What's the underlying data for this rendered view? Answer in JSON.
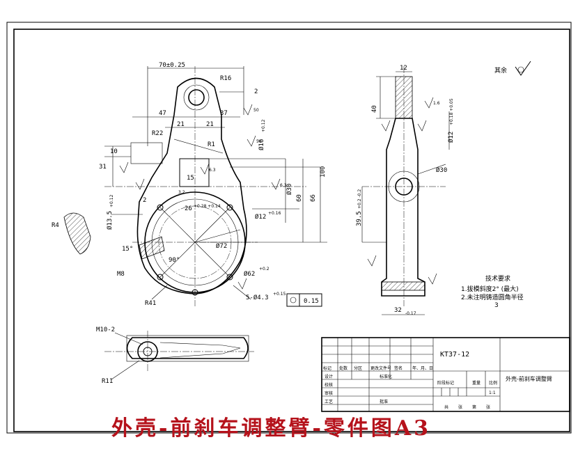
{
  "drawing": {
    "caption": "外壳-前刹车调整臂-零件图A3",
    "roughness_note": "其余",
    "tech_req": {
      "title": "技术要求",
      "items": [
        "1.拔模斜度2° (最大)",
        "2.未注明铸造圆角半径",
        "3"
      ]
    },
    "dims": {
      "d70": "70±0.25",
      "r16": "R16",
      "d2a": "2",
      "d47": "47",
      "d37": "37",
      "d21a": "21",
      "d21b": "21",
      "r22": "R22",
      "r1": "R1",
      "d10": "10",
      "d31": "31",
      "d15": "15",
      "d26": "26",
      "d26tol": "+0.28 +0.14",
      "d2b": "2",
      "phi13": "Ø13.5",
      "phi13tol": "+0.12",
      "r4": "R4",
      "a15": "15°",
      "m8": "M8",
      "a90": "90°",
      "r41": "R41",
      "phi72": "Ø72",
      "phi62": "Ø62",
      "phi62tol": "+0.2",
      "holes": "5-Ø4.3",
      "holestol": "+0.15",
      "tol_box": "0.15",
      "phi16": "Ø16",
      "phi16tol": "+0.12",
      "phi12": "Ø12",
      "phi12tol": "+0.16",
      "d60": "60",
      "d66": "66",
      "d100": "100",
      "phi30a": "Ø30",
      "d12": "12",
      "d40": "40",
      "phi12side": "Ø12",
      "phi12sidetol": "+0.18 +0.05",
      "phi30b": "Ø30",
      "d39": "39.5",
      "d39tol": "+0.2 -0.2",
      "d32": "32",
      "d32tol": "-0.17",
      "m10": "M10-2",
      "r11": "R11"
    },
    "roughness": {
      "r63": "6.3",
      "r32": "3.2",
      "r125": "12.5",
      "r50": "50",
      "r16": "1.6"
    }
  },
  "title_block": {
    "code": "KT37-12",
    "part_name": "外壳-前刹车调整臂",
    "scale": "1:1",
    "headers": [
      "标记",
      "处数",
      "分区",
      "更改文件号",
      "签名",
      "年、月、日"
    ],
    "rows_left": [
      "设计",
      "校核",
      "审核",
      "工艺"
    ],
    "std_label": "标准化",
    "approve_label": "批准",
    "stage_label": "阶段标记",
    "weight_label": "重量",
    "scale_label": "比例",
    "sheet_row": [
      "共",
      "张",
      "第",
      "张"
    ]
  }
}
